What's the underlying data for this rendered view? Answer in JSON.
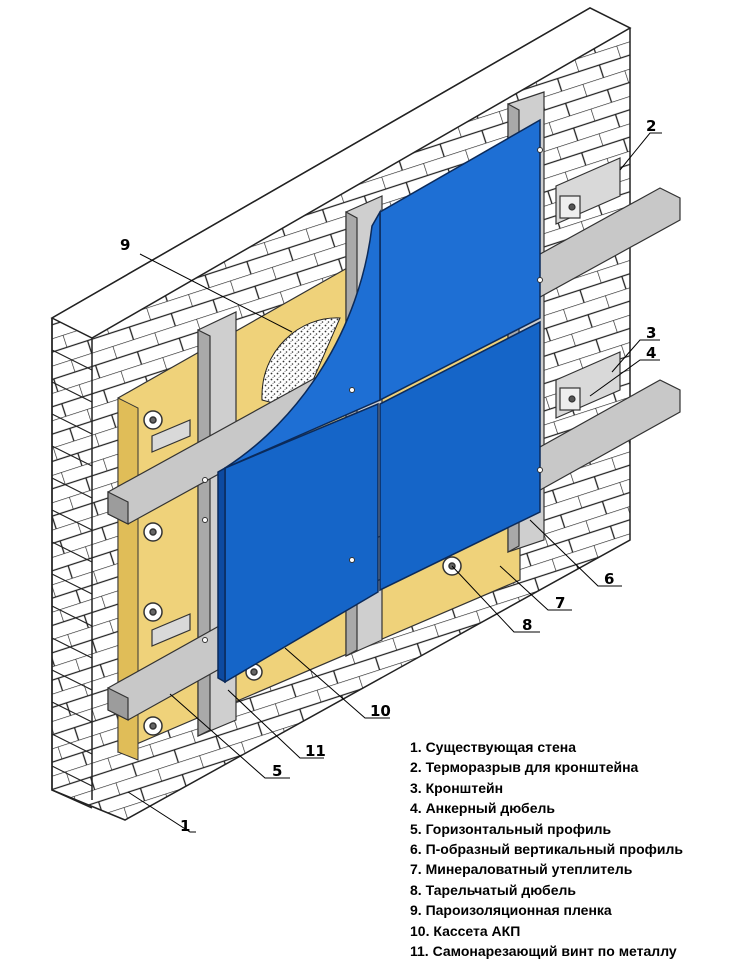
{
  "callouts": [
    "1",
    "2",
    "3",
    "4",
    "5",
    "6",
    "7",
    "8",
    "9",
    "10",
    "11"
  ],
  "legend": [
    "1. Существующая стена",
    "2. Терморазрыв для кронштейна",
    "3. Кронштейн",
    "4. Анкерный дюбель",
    "5. Горизонтальный профиль",
    "6. П-образный вертикальный профиль",
    "7. Минераловатный утеплитель",
    "8. Тарельчатый дюбель",
    "9. Пароизоляционная пленка",
    "10. Кассета АКП",
    "11. Самонарезающий винт по металлу"
  ],
  "colors": {
    "panel": "#1565c8",
    "insulation": "#efd27a",
    "brick": "#ffffff",
    "mortar": "#222222",
    "profile": "#b9b9b9",
    "rail": "#c8c8c8"
  }
}
